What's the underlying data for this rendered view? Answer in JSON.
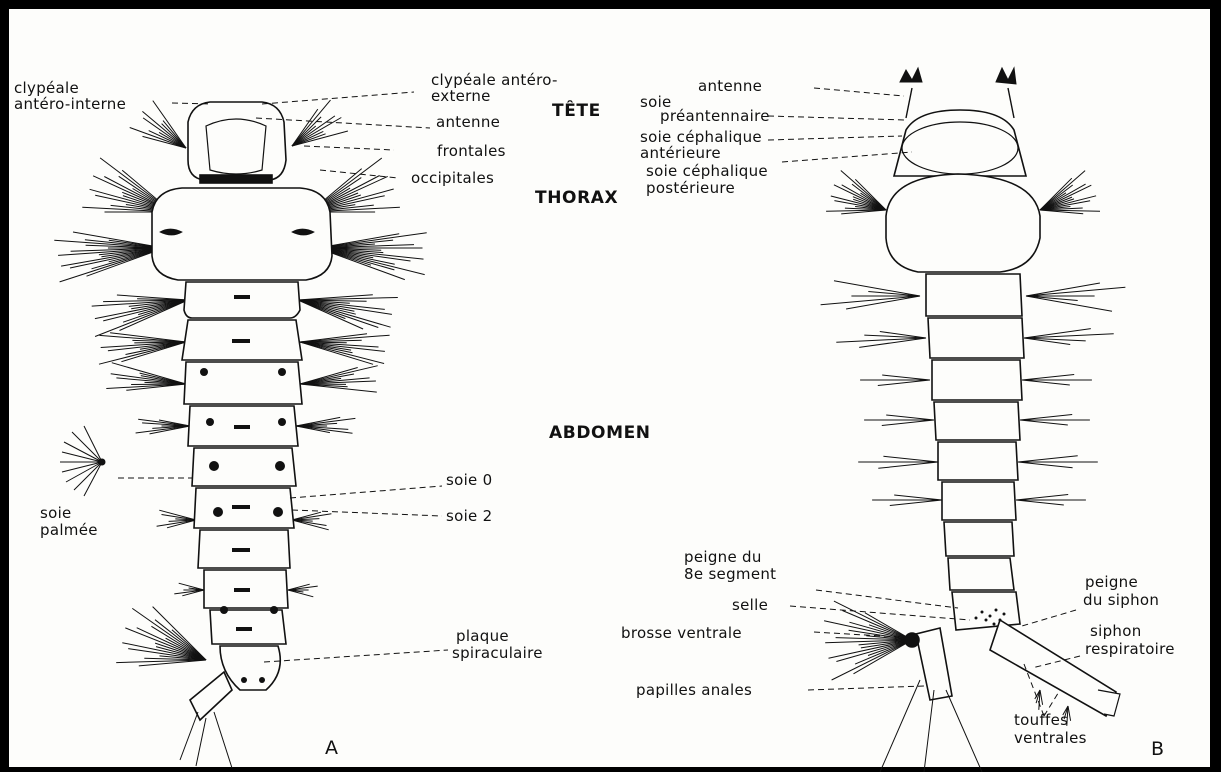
{
  "colors": {
    "ink": "#111111",
    "paper": "#fdfdfb",
    "frame": "#000000"
  },
  "sections": {
    "tete": "TÊTE",
    "thorax": "THORAX",
    "abdomen": "ABDOMEN"
  },
  "figure_a": {
    "letter": "A",
    "labels": {
      "clypeale_interne_1": "clypéale",
      "clypeale_interne_2": "antéro-interne",
      "clypeale_externe_1": "clypéale antéro-",
      "clypeale_externe_2": "externe",
      "antenne": "antenne",
      "frontales": "frontales",
      "occipitales": "occipitales",
      "soie_0": "soie 0",
      "soie_2": "soie 2",
      "soie_palmee_1": "soie",
      "soie_palmee_2": "palmée",
      "plaque_1": "plaque",
      "plaque_2": "spiraculaire"
    }
  },
  "figure_b": {
    "letter": "B",
    "labels": {
      "antenne": "antenne",
      "soie_pre_1": "soie",
      "soie_pre_2": "préantennaire",
      "ceph_ant_1": "soie céphalique",
      "ceph_ant_2": "antérieure",
      "ceph_post_1": "soie céphalique",
      "ceph_post_2": "postérieure",
      "peigne8_1": "peigne du",
      "peigne8_2": "8e segment",
      "selle": "selle",
      "brosse": "brosse ventrale",
      "papilles": "papilles anales",
      "peigne_siphon_1": "peigne",
      "peigne_siphon_2": "du siphon",
      "siphon_1": "siphon",
      "siphon_2": "respiratoire",
      "touffes_1": "touffes",
      "touffes_2": "ventrales"
    }
  }
}
